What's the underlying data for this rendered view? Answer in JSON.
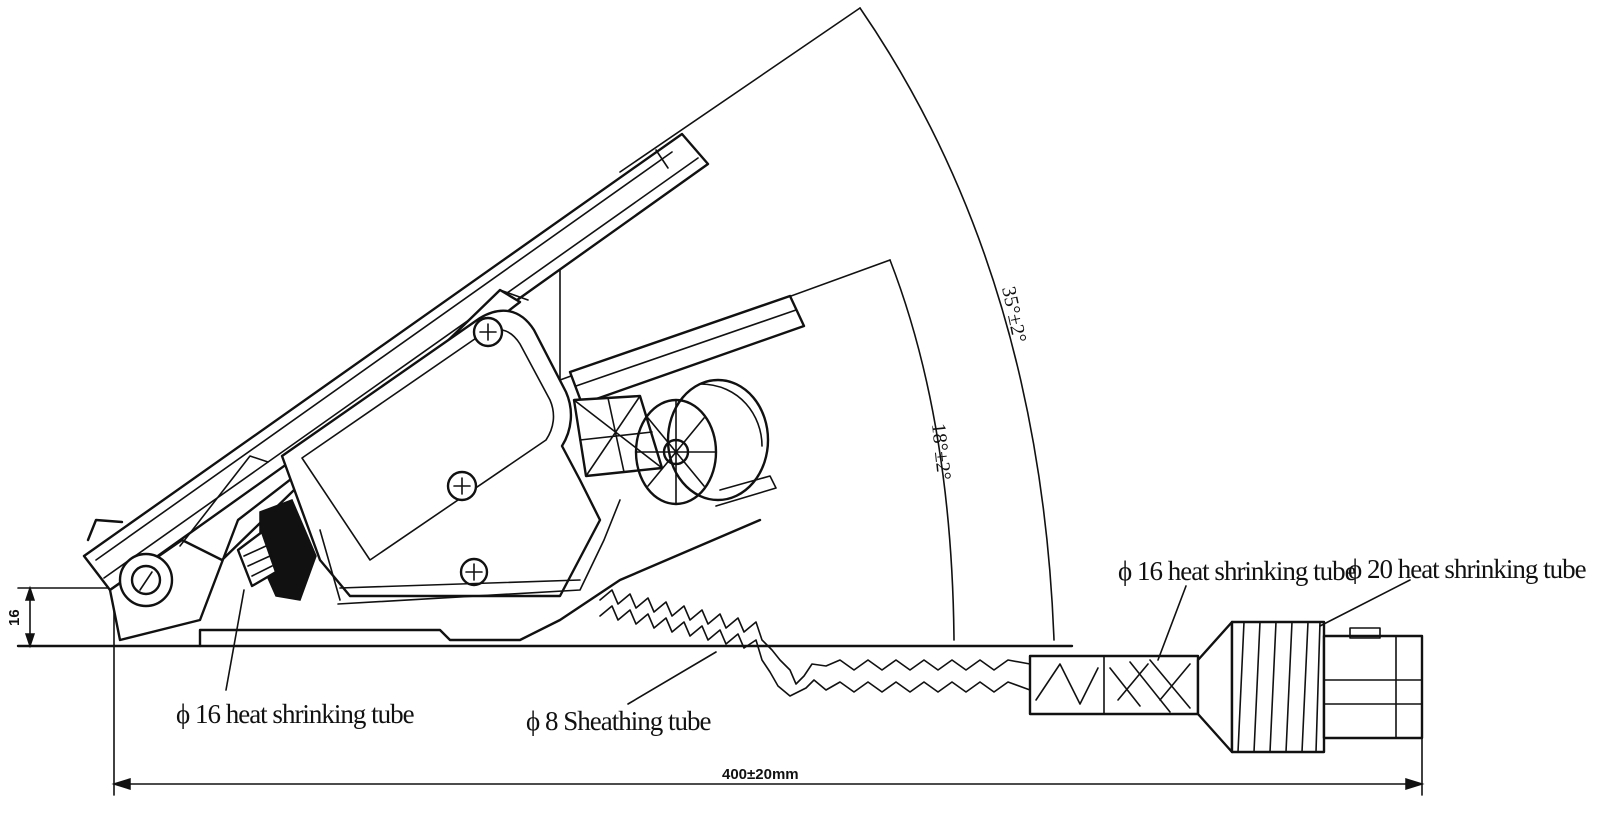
{
  "labels": {
    "tube16_left": "ϕ 16 heat shrinking tube",
    "sheathing": "ϕ 8 Sheathing tube",
    "tube16_right": "ϕ 16 heat shrinking tube",
    "tube20": "ϕ 20 heat shrinking tube"
  },
  "dimensions": {
    "length": "400±20mm",
    "height": "16",
    "angle_outer": "35°±2°",
    "angle_inner": "18°±2°"
  },
  "colors": {
    "line": "#111111",
    "background": "#ffffff"
  }
}
